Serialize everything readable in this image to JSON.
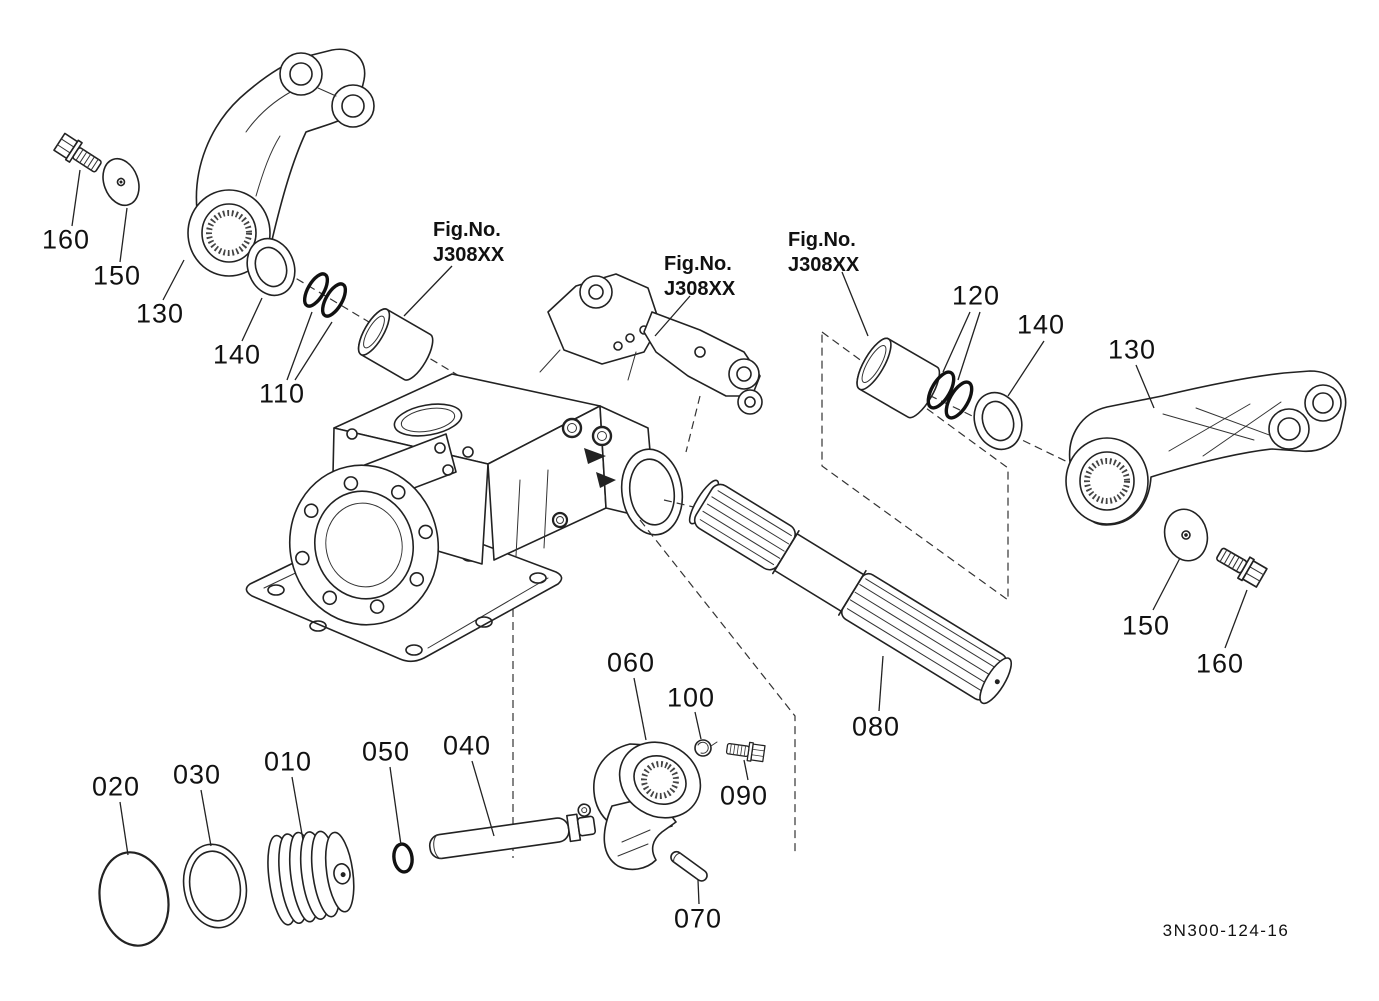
{
  "diagram": {
    "drawing_number": "3N300-124-16",
    "colors": {
      "line": "#222222",
      "background": "#ffffff"
    },
    "fig_refs": [
      {
        "line1": "Fig.No.",
        "line2": "J308XX"
      },
      {
        "line1": "Fig.No.",
        "line2": "J308XX"
      },
      {
        "line1": "Fig.No.",
        "line2": "J308XX"
      }
    ],
    "part_labels": [
      {
        "ref": "020",
        "text": "020"
      },
      {
        "ref": "030",
        "text": "030"
      },
      {
        "ref": "010",
        "text": "010"
      },
      {
        "ref": "050",
        "text": "050"
      },
      {
        "ref": "040",
        "text": "040"
      },
      {
        "ref": "060",
        "text": "060"
      },
      {
        "ref": "070",
        "text": "070"
      },
      {
        "ref": "080",
        "text": "080"
      },
      {
        "ref": "090",
        "text": "090"
      },
      {
        "ref": "100",
        "text": "100"
      },
      {
        "ref": "110",
        "text": "110"
      },
      {
        "ref": "120",
        "text": "120"
      },
      {
        "ref": "130-left",
        "text": "130"
      },
      {
        "ref": "130-right",
        "text": "130"
      },
      {
        "ref": "140-left",
        "text": "140"
      },
      {
        "ref": "140-right",
        "text": "140"
      },
      {
        "ref": "150-left",
        "text": "150"
      },
      {
        "ref": "150-right",
        "text": "150"
      },
      {
        "ref": "160-left",
        "text": "160"
      },
      {
        "ref": "160-right",
        "text": "160"
      }
    ]
  }
}
